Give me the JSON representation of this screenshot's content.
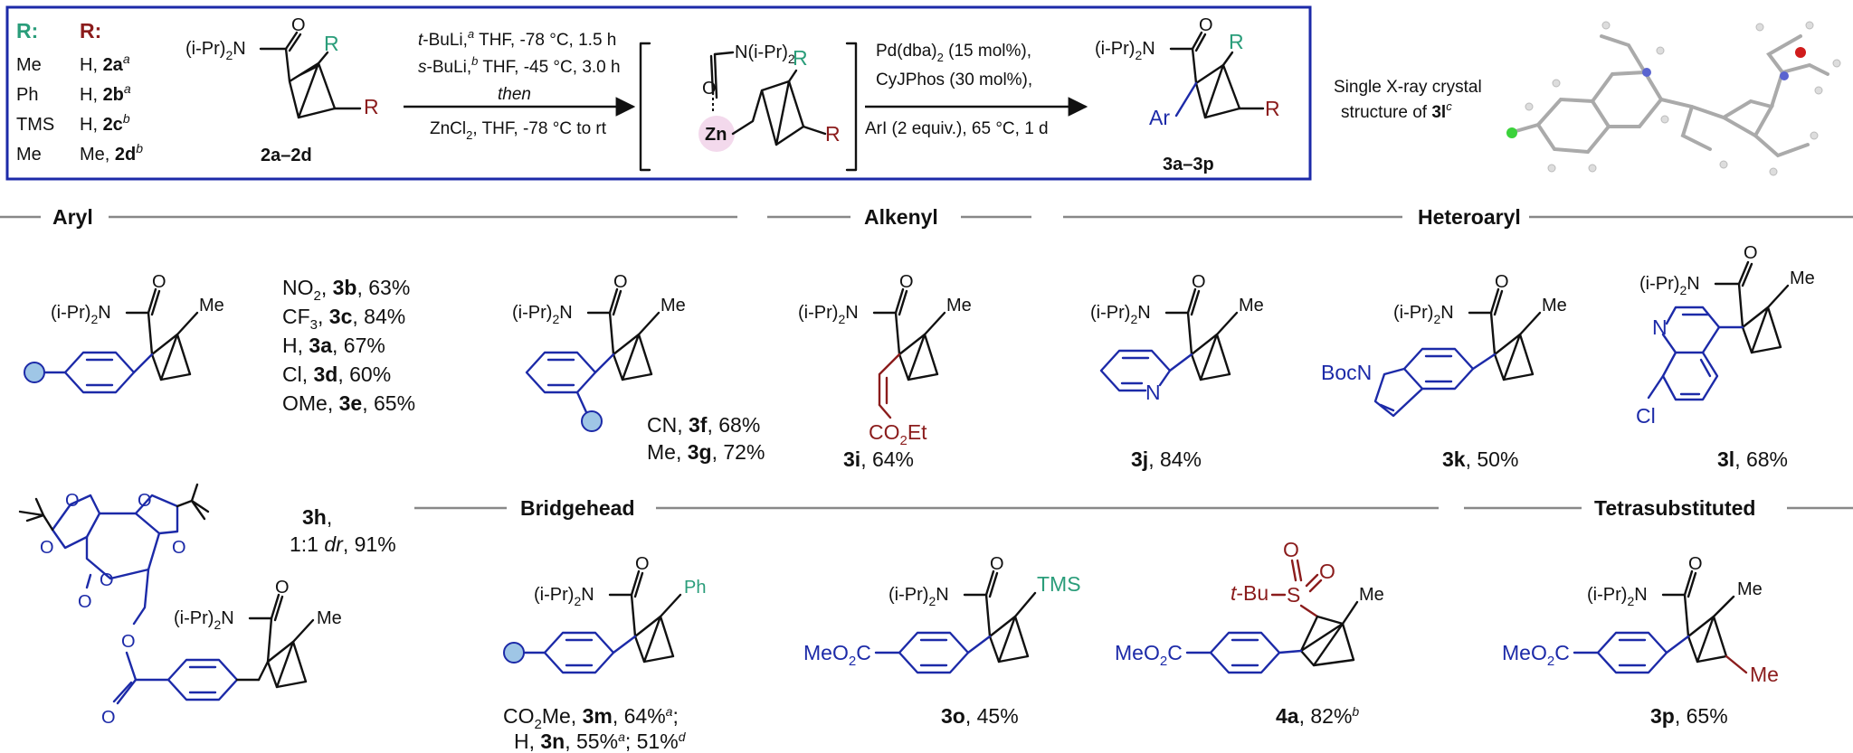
{
  "scheme": {
    "r_table": {
      "head_r1": "R",
      "head_r2": "R",
      "rows": [
        {
          "r1": "Me",
          "r2": "H,",
          "cmpd": "2a",
          "note": "a"
        },
        {
          "r1": "Ph",
          "r2": "H,",
          "cmpd": "2b",
          "note": "a"
        },
        {
          "r1": "TMS",
          "r2": "H,",
          "cmpd": "2c",
          "note": "b"
        },
        {
          "r1": "Me",
          "r2": "Me,",
          "cmpd": "2d",
          "note": "b"
        }
      ]
    },
    "sm_label": "2a–2d",
    "step1": {
      "line1": "t-BuLi,",
      "line1_note": "a",
      "line1_cond": "THF, -78 °C, 1.5 h",
      "line2": "s-BuLi,",
      "line2_note": "b",
      "line2_cond": "THF, -45 °C, 3.0 h",
      "then": "then",
      "below": "ZnCl",
      "below2": ", THF, -78 °C to rt"
    },
    "intermediate": {
      "amide": "N(i-Pr)",
      "metal": "Zn",
      "O": "O"
    },
    "step2": {
      "line1": "Pd(dba)",
      "line1b": " (15 mol%),",
      "line2": "CyJPhos (30 mol%),",
      "below": "ArI (2 equiv.), 65 °C, 1 d"
    },
    "product_label": "3a–3p",
    "xray": {
      "line1": "Single X-ray crystal",
      "line2": "structure of",
      "cmpd": "3l",
      "note": "c"
    }
  },
  "sections": {
    "aryl": "Aryl",
    "alkenyl": "Alkenyl",
    "heteroaryl": "Heteroaryl",
    "bridgehead": "Bridgehead",
    "tetrasubstituted": "Tetrasubstituted"
  },
  "common": {
    "amide": "(i-Pr)",
    "me": "Me"
  },
  "aryl_list": [
    {
      "sub": "NO",
      "sub2": "2",
      "cmpd": "3b",
      "yield": "63%"
    },
    {
      "sub": "CF",
      "sub2": "3",
      "cmpd": "3c",
      "yield": "84%"
    },
    {
      "sub": "H",
      "sub2": "",
      "cmpd": "3a",
      "yield": "67%"
    },
    {
      "sub": "Cl",
      "sub2": "",
      "cmpd": "3d",
      "yield": "60%"
    },
    {
      "sub": "OMe",
      "sub2": "",
      "cmpd": "3e",
      "yield": "65%"
    }
  ],
  "ortho_list": [
    {
      "sub": "CN,",
      "cmpd": "3f",
      "yield": "68%"
    },
    {
      "sub": "Me,",
      "cmpd": "3g",
      "yield": "72%"
    }
  ],
  "c3i": {
    "ester": "CO",
    "ester2": "Et",
    "cmpd": "3i",
    "yield": "64%"
  },
  "c3j": {
    "n": "N",
    "cmpd": "3j",
    "yield": "84%"
  },
  "c3k": {
    "boc": "BocN",
    "cmpd": "3k",
    "yield": "50%"
  },
  "c3l": {
    "n": "N",
    "cl": "Cl",
    "cmpd": "3l",
    "yield": "68%"
  },
  "c3h": {
    "cmpd": "3h",
    "dr": "1:1",
    "dr_word": "dr",
    "yield": "91%"
  },
  "c3m": {
    "ph": "Ph",
    "l1_sub": "CO",
    "l1_sub2": "Me,",
    "l1_cmpd": "3m",
    "l1_yield": "64%",
    "l1_note": "a",
    "l2_sub": "H,",
    "l2_cmpd": "3n",
    "l2_yield": "55%",
    "l2_note": "a",
    "l2_yield2": "51%",
    "l2_note2": "d"
  },
  "c3o": {
    "tms": "TMS",
    "meo": "MeO",
    "cmpd": "3o",
    "yield": "45%"
  },
  "c4a": {
    "tbu": "t-Bu",
    "s": "S",
    "o": "O",
    "cmpd": "4a",
    "yield": "82%",
    "note": "b"
  },
  "c3p": {
    "me2": "Me",
    "cmpd": "3p",
    "yield": "65%"
  }
}
